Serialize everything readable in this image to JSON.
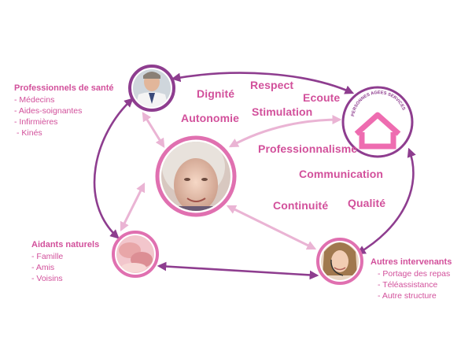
{
  "colors": {
    "text_pink": "#d2509b",
    "arrow_purple": "#8e3d8f",
    "arrow_pink_light": "#eab4d4",
    "ring_purple": "#8e3d8f",
    "ring_pink": "#e070b0",
    "house_pink": "#ee6cb0"
  },
  "values": {
    "dignite": "Dignité",
    "respect": "Respect",
    "ecoute": "Ecoute",
    "autonomie": "Autonomie",
    "stimulation": "Stimulation",
    "professionnalisme": "Professionnalisme",
    "communication": "Communication",
    "continuite": "Continuité",
    "qualite": "Qualité"
  },
  "blocks": {
    "professionnels": {
      "title": "Professionnels de santé",
      "items": [
        "- Médecins",
        "- Aides-soignantes",
        "- Infirmières",
        "- Kinés"
      ]
    },
    "aidants": {
      "title": "Aidants naturels",
      "items": [
        "- Famille",
        "- Amis",
        "- Voisins"
      ]
    },
    "autres": {
      "title": "Autres intervenants",
      "items": [
        "- Portage des repas",
        "- Téléassistance",
        "- Autre structure"
      ]
    }
  },
  "logo": {
    "ring_text": "PERSONNES AGEES SERVICES",
    "icon": "house-icon"
  },
  "portraits": {
    "doctor": "doctor-photo",
    "elder": "elderly-woman-photo",
    "aidant": "hands-photo",
    "operator": "headset-operator-photo"
  }
}
